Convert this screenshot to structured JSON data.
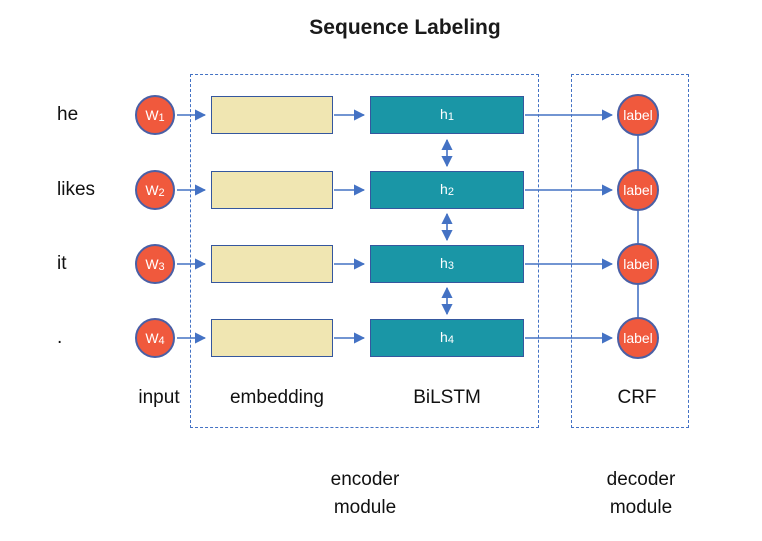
{
  "title": "Sequence Labeling",
  "rows": [
    {
      "word": "he",
      "input": {
        "base": "W",
        "sub": "1"
      },
      "hidden": {
        "base": "h",
        "sub": "1"
      },
      "output": "label"
    },
    {
      "word": "likes",
      "input": {
        "base": "W",
        "sub": "2"
      },
      "hidden": {
        "base": "h",
        "sub": "2"
      },
      "output": "label"
    },
    {
      "word": "it",
      "input": {
        "base": "W",
        "sub": "3"
      },
      "hidden": {
        "base": "h",
        "sub": "3"
      },
      "output": "label"
    },
    {
      "word": ".",
      "input": {
        "base": "W",
        "sub": "4"
      },
      "hidden": {
        "base": "h",
        "sub": "4"
      },
      "output": "label"
    }
  ],
  "column_labels": {
    "input": "input",
    "embedding": "embedding",
    "bilstm": "BiLSTM",
    "crf": "CRF"
  },
  "modules": {
    "encoder": {
      "line1": "encoder",
      "line2": "module"
    },
    "decoder": {
      "line1": "decoder",
      "line2": "module"
    }
  },
  "colors": {
    "arrow_blue": "#4472C4",
    "node_fill": "#F0593D",
    "node_border": "#4A5FA5",
    "embedding_fill": "#F0E6B2",
    "lstm_fill": "#1A96A6",
    "box_border": "#35579E",
    "dashed_border": "#4472C4",
    "text": "#111111"
  }
}
